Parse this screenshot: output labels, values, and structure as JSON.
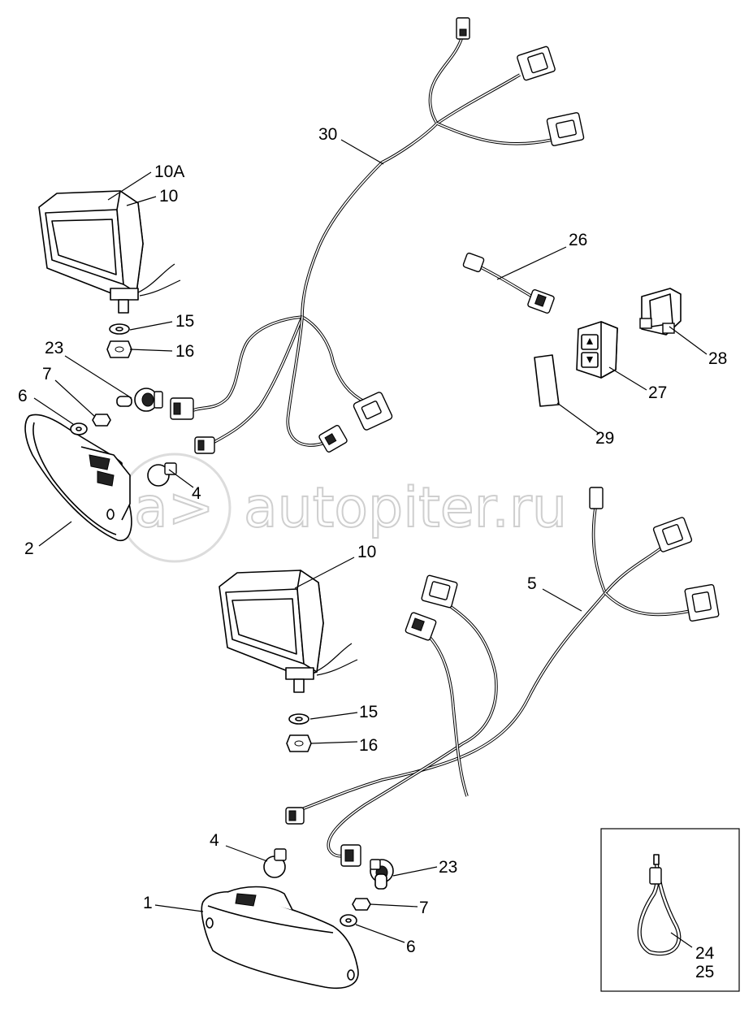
{
  "watermark": {
    "text": "autopiter.ru",
    "logo_text": "a>"
  },
  "callouts": {
    "c10a": "10A",
    "c10_top": "10",
    "c15_top": "15",
    "c16_top": "16",
    "c23_top": "23",
    "c7_top": "7",
    "c6_top": "6",
    "c4_top": "4",
    "c2": "2",
    "c30": "30",
    "c26": "26",
    "c28": "28",
    "c27": "27",
    "c29": "29",
    "c5": "5",
    "c10_bot": "10",
    "c15_bot": "15",
    "c16_bot": "16",
    "c4_bot": "4",
    "c23_bot": "23",
    "c1": "1",
    "c7_bot": "7",
    "c6_bot": "6",
    "c24": "24",
    "c25": "25"
  }
}
